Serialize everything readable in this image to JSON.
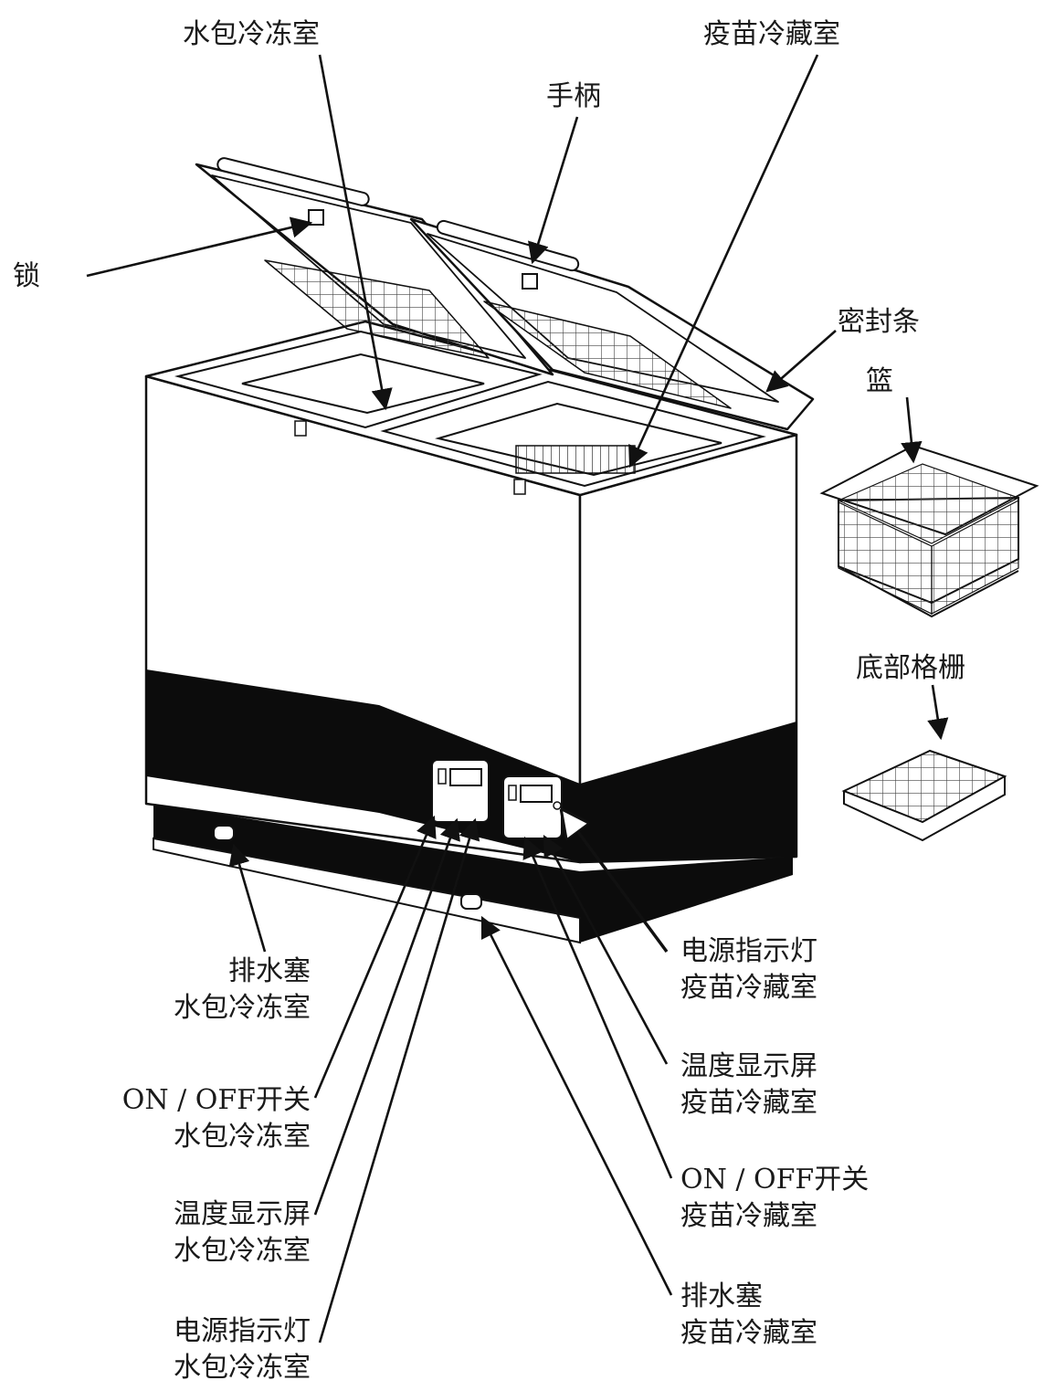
{
  "labels": {
    "water_pack_freezer": "水包冷冻室",
    "vaccine_fridge": "疫苗冷藏室",
    "handle": "手柄",
    "lock": "锁",
    "seal": "密封条",
    "basket": "篮",
    "bottom_grid": "底部格栅",
    "drain_freezer": [
      "排水塞",
      "水包冷冻室"
    ],
    "onoff_freezer": [
      "ON / OFF开关",
      "水包冷冻室"
    ],
    "temp_freezer": [
      "温度显示屏",
      "水包冷冻室"
    ],
    "power_freezer": [
      "电源指示灯",
      "水包冷冻室"
    ],
    "power_fridge": [
      "电源指示灯",
      "疫苗冷藏室"
    ],
    "temp_fridge": [
      "温度显示屏",
      "疫苗冷藏室"
    ],
    "onoff_fridge": [
      "ON / OFF开关",
      "疫苗冷藏室"
    ],
    "drain_fridge": [
      "排水塞",
      "疫苗冷藏室"
    ]
  },
  "colors": {
    "ink": "#111111",
    "band": "#0c0c0c",
    "paper": "#ffffff"
  }
}
